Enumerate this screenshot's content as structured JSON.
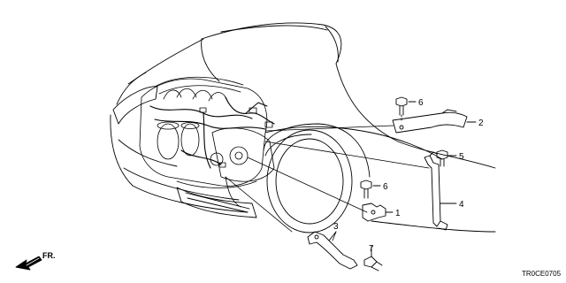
{
  "diagram": {
    "direction_label": "FR.",
    "reference_code": "TR0CE0705",
    "callouts": {
      "c1": "1",
      "c2": "2",
      "c3": "3",
      "c4": "4",
      "c5": "5",
      "c6a": "6",
      "c6b": "6",
      "c7": "7"
    },
    "colors": {
      "line": "#000000",
      "background": "#ffffff"
    }
  }
}
